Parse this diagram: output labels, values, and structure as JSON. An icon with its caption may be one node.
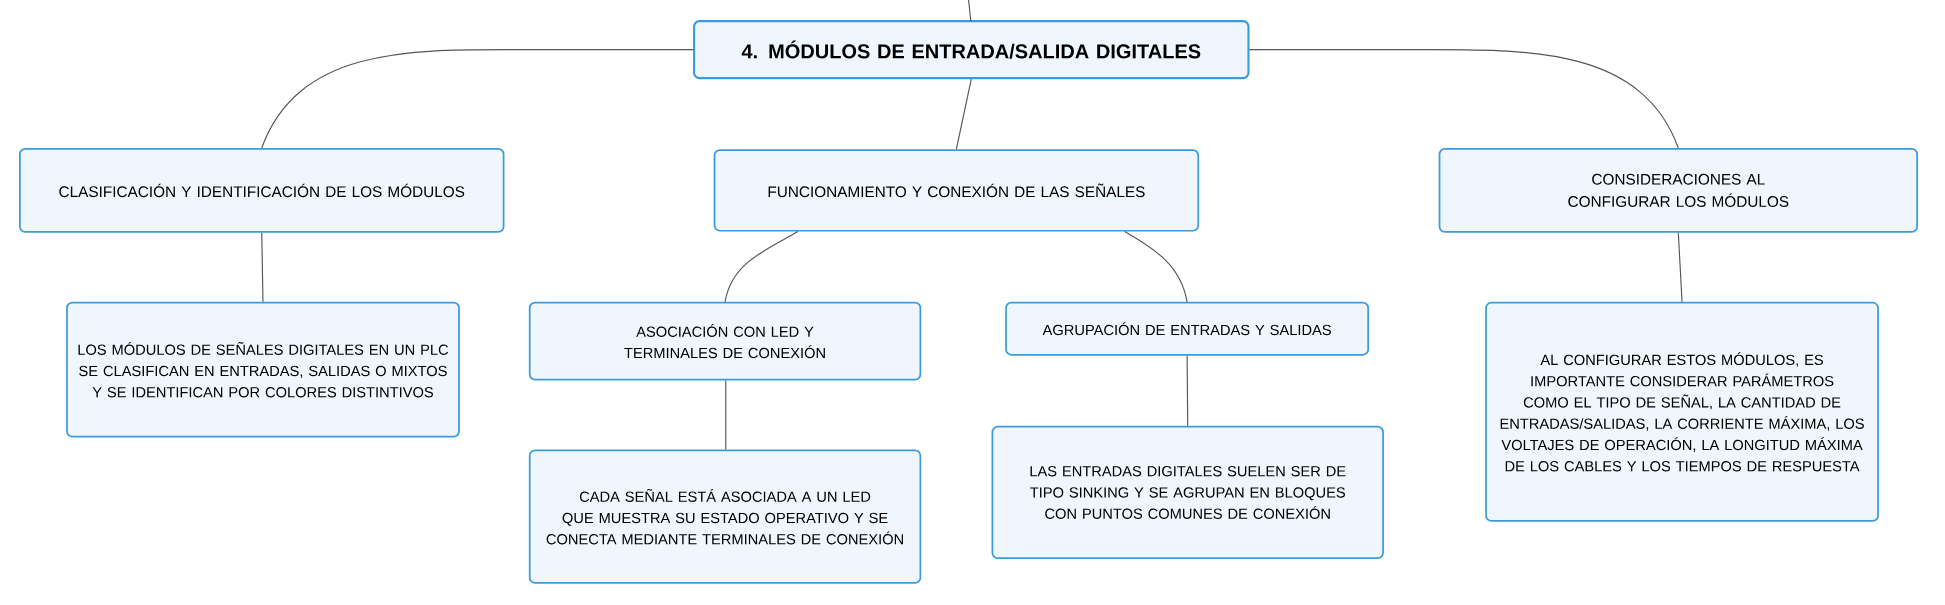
{
  "diagram": {
    "nodes": [
      {
        "text": [
          "4. MÓDULOS DE ENTRADA/SALIDA DIGITALES"
        ]
      },
      {
        "text": [
          "CLASIFICACIÓN Y IDENTIFICACIÓN DE LOS MÓDULOS"
        ]
      },
      {
        "text": [
          "FUNCIONAMIENTO Y CONEXIÓN DE LAS SEÑALES"
        ]
      },
      {
        "text": [
          "CONSIDERACIONES AL CONFIGURAR LOS MÓDULOS"
        ]
      },
      {
        "text": [
          "LOS MÓDULOS DE SEÑALES DIGITALES EN UN PLC SE CLASIFICAN EN ENTRADAS, SALIDAS O MIXTOS Y SE IDENTIFICAN POR COLORES DISTINTIVOS"
        ]
      },
      {
        "text": [
          "ASOCIACIÓN CON LED Y TERMINALES DE CONEXIÓN"
        ]
      },
      {
        "text": [
          "AGRUPACIÓN DE ENTRADAS Y SALIDAS"
        ]
      },
      {
        "text": [
          "AL CONFIGURAR ESTOS MÓDULOS, ES IMPORTANTE CONSIDERAR PARÁMETROS COMO EL TIPO DE SEÑAL, LA CANTIDAD DE ENTRADAS/SALIDAS, LA CORRIENTE MÁXIMA, LOS VOLTAJES DE OPERACIÓN, LA LONGITUD MÁXIMA DE LOS CABLES Y LOS TIEMPOS DE RESPUESTA"
        ]
      },
      {
        "text": [
          "CADA SEÑAL ESTÁ ASOCIADA A UN LED QUE MUESTRA SU ESTADO OPERATIVO Y SE CONECTA MEDIANTE TERMINALES DE CONEXIÓN"
        ]
      },
      {
        "text": [
          "LAS ENTRADAS DIGITALES SUELEN SER DE TIPO SINKING Y SE AGRUPAN EN BLOQUES CON PUNTOS COMUNES DE CONEXIÓN"
        ]
      }
    ],
    "edges": [
      {
        "from": null,
        "to": 0,
        "arrow": "none"
      },
      {
        "from": 0,
        "to": 1,
        "arrow": "none"
      },
      {
        "from": 0,
        "to": 2,
        "arrow": "none"
      },
      {
        "from": 0,
        "to": 3,
        "arrow": "none"
      },
      {
        "from": 1,
        "to": 4,
        "arrow": "none"
      },
      {
        "from": 2,
        "to": 5,
        "arrow": "none"
      },
      {
        "from": 2,
        "to": 6,
        "arrow": "none"
      },
      {
        "from": 5,
        "to": 8,
        "arrow": "none"
      },
      {
        "from": 6,
        "to": 9,
        "arrow": "none"
      },
      {
        "from": 3,
        "to": 7,
        "arrow": "none"
      }
    ]
  }
}
